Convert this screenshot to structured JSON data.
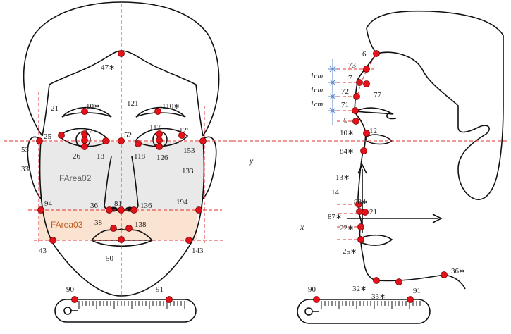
{
  "front": {
    "labels": {
      "l47": "47∗",
      "l21": "21",
      "l10": "10∗",
      "l121": "121",
      "l110": "110∗",
      "l25": "25",
      "l17": "17",
      "l52": "52",
      "l117": "117",
      "l125": "125",
      "l53": "53",
      "l26": "26",
      "l18": "18",
      "l118": "118",
      "l126": "126",
      "l153": "153",
      "l33": "33",
      "l133": "133",
      "area02": "FArea02",
      "l94": "94",
      "l36": "36",
      "l81": "81",
      "l136": "136",
      "l194": "194",
      "area03": "FArea03",
      "l38": "38",
      "l138": "138",
      "l43": "43",
      "l50": "50",
      "l143": "143",
      "l90": "90",
      "l91": "91"
    }
  },
  "side": {
    "axis_x": "x",
    "axis_y": "y",
    "cm_labels": [
      "1cm",
      "1cm",
      "1cm"
    ],
    "labels": {
      "l6": "6",
      "l73": "73",
      "l7": "7",
      "l77": "77",
      "l72": "72",
      "l71": "71",
      "l9": "9",
      "l10": "10∗",
      "l12": "12",
      "l84": "84∗",
      "l13": "13∗",
      "l14": "14",
      "l88": "88∗",
      "l21": "21",
      "l87": "87∗",
      "l22": "22∗",
      "l25": "25∗",
      "l36": "36∗",
      "l32": "32∗",
      "l33": "33∗",
      "l90": "90",
      "l91": "91"
    }
  },
  "colors": {
    "landmark": "#e4131b",
    "guide": "#e03030",
    "farea02": "#e9e9e9",
    "farea03": "#fbe3d1",
    "scale": "#5a86c8"
  }
}
